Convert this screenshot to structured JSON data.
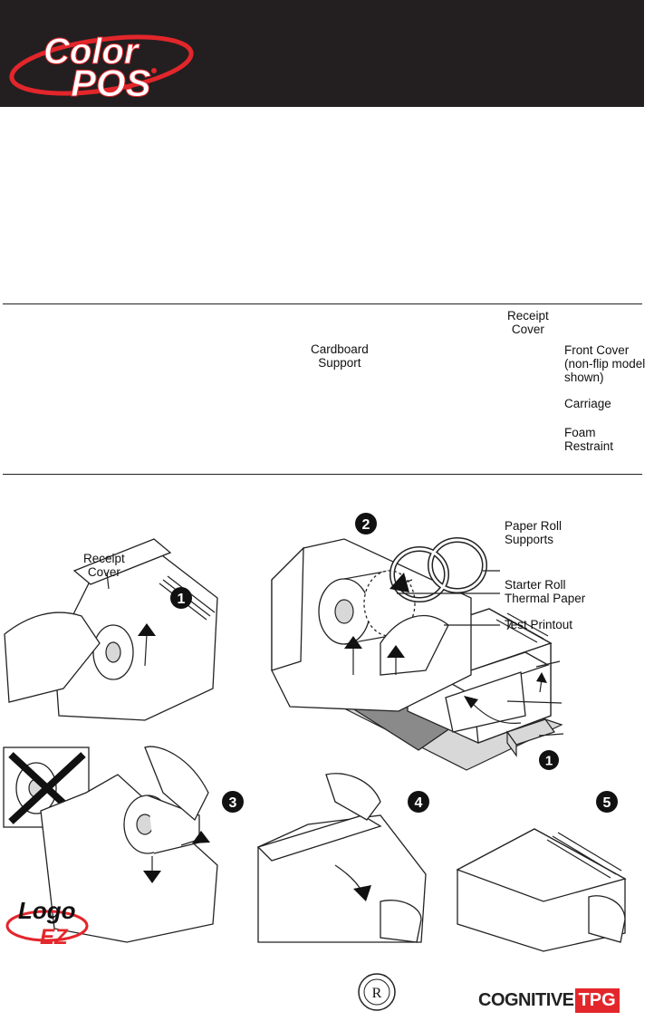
{
  "brand": {
    "logo_part1": "Color",
    "logo_part2": "POS",
    "accent": "#e3262b",
    "header_bg": "#231f20"
  },
  "unpack_diagram": {
    "labels": {
      "receipt_cover": "Receipt\nCover",
      "cardboard_support": "Cardboard\nSupport",
      "front_cover": "Front Cover\n(non-flip model\nshown)",
      "carriage": "Carriage",
      "foam_restraint": "Foam\nRestraint"
    },
    "steps": [
      "1",
      "2"
    ]
  },
  "loading_diagram": {
    "labels": {
      "receipt_cover": "Receipt\nCover",
      "paper_roll_supports": "Paper Roll\nSupports",
      "starter_roll": "Starter Roll\nThermal Paper",
      "test_printout": "Test Printout"
    },
    "steps": [
      "1",
      "2",
      "3",
      "4",
      "5"
    ]
  },
  "footer": {
    "logo_ez_part1": "Logo",
    "logo_ez_part2": "EZ",
    "seal_letter": "R",
    "company_part1": "COGNITIVE",
    "company_part2": "TPG"
  }
}
